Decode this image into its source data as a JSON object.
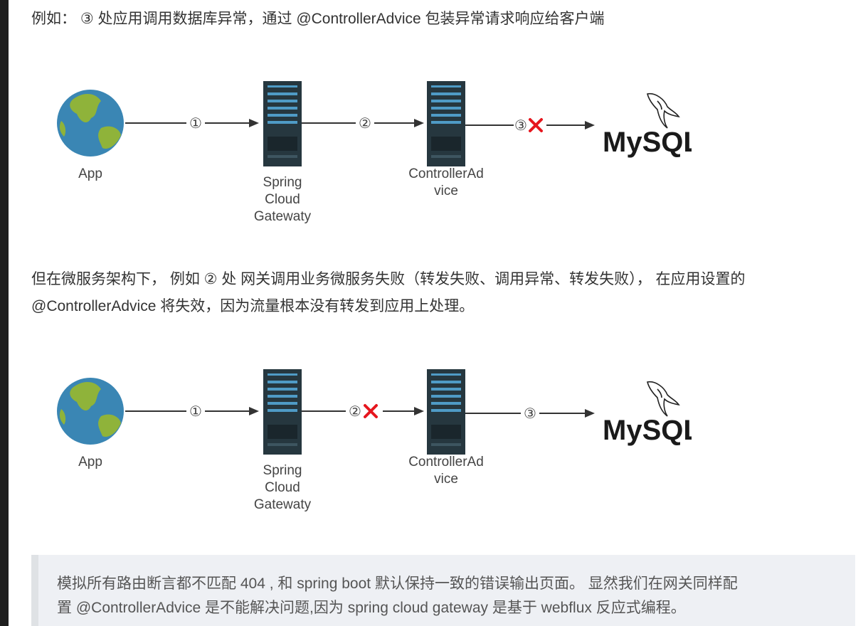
{
  "paragraphs": {
    "p1": "例如： ③ 处应用调用数据库异常，通过 @ControllerAdvice 包装异常请求响应给客户端",
    "p2_line1": "但在微服务架构下， 例如 ② 处 网关调用业务微服务失败（转发失败、调用异常、转发失败）， 在应用设置的",
    "p2_line2": "@ControllerAdvice 将失效，因为流量根本没有转发到应用上处理。"
  },
  "diagram1": {
    "app_label": "App",
    "gateway_label": [
      "Spring",
      "Cloud",
      "Gatewaty"
    ],
    "advice_label": [
      "ControllerAd",
      "vice"
    ],
    "db_label": "MySQL",
    "steps": [
      "①",
      "②",
      "③"
    ],
    "failed_step": 3
  },
  "diagram2": {
    "app_label": "App",
    "gateway_label": [
      "Spring",
      "Cloud",
      "Gatewaty"
    ],
    "advice_label": [
      "ControllerAd",
      "vice"
    ],
    "db_label": "MySQL",
    "steps": [
      "①",
      "②",
      "③"
    ],
    "failed_step": 2
  },
  "blockquote": {
    "line1": "模拟所有路由断言都不匹配 404 , 和 spring boot 默认保持一致的错误输出页面。 显然我们在网关同样配",
    "line2": "置 @ControllerAdvice 是不能解决问题,因为 spring cloud gateway 是基于 webflux 反应式编程。"
  },
  "colors": {
    "globe_ocean": "#3a86b4",
    "globe_land": "#8fb33a",
    "server_body": "#26373f",
    "server_slot": "#4f9bc6",
    "error_x": "#e6161e"
  }
}
